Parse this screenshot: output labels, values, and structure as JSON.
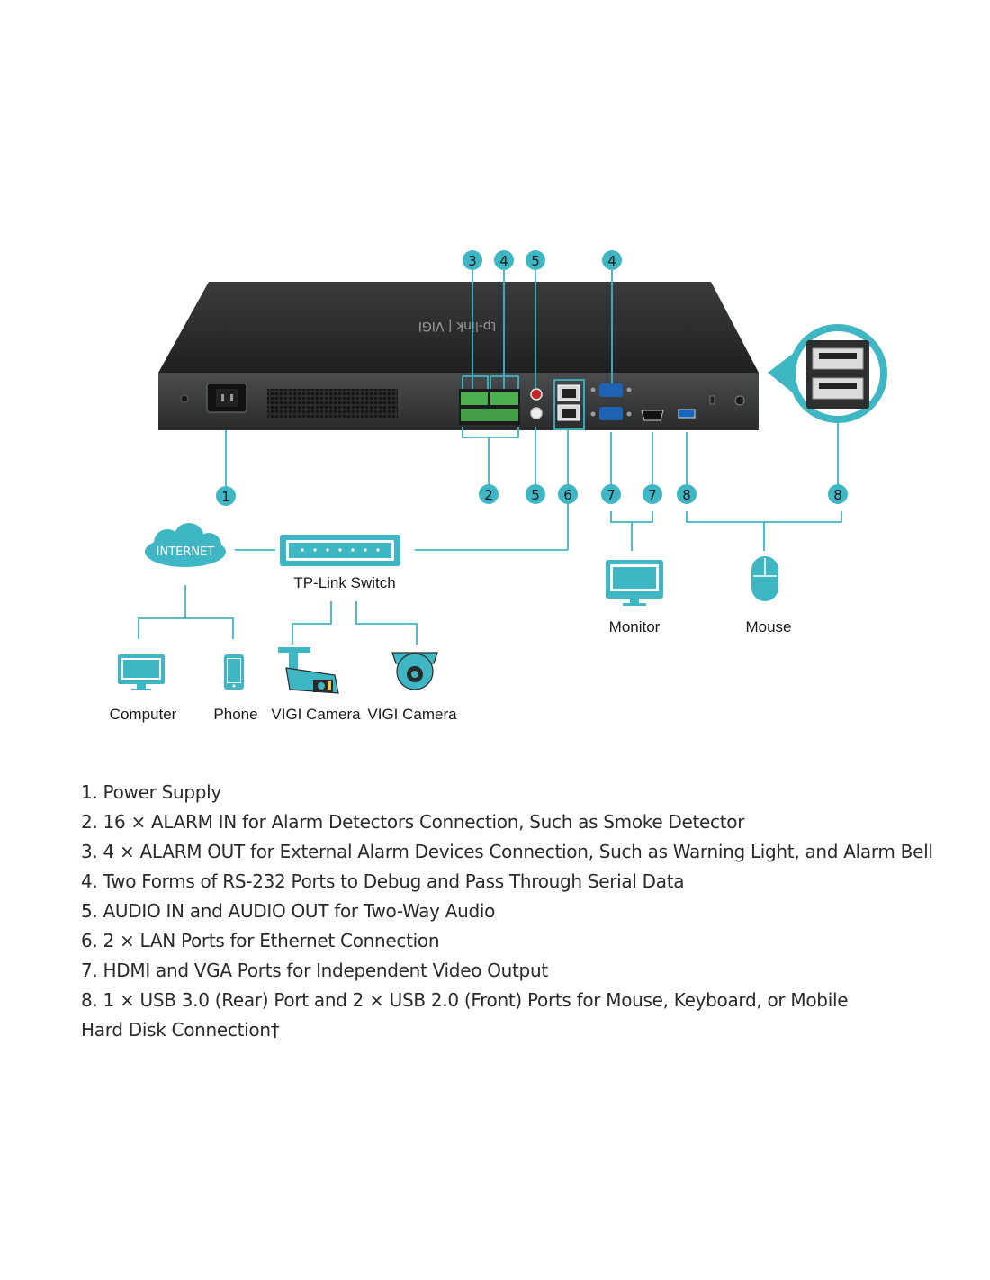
{
  "device": {
    "logo_text": "tp-link | VIGI"
  },
  "callouts": {
    "top": [
      "3",
      "4",
      "5",
      "4"
    ],
    "bottom": [
      "1",
      "2",
      "5",
      "6",
      "7",
      "7",
      "8",
      "8"
    ]
  },
  "network": {
    "internet_label": "INTERNET",
    "switch_label": "TP-Link Switch",
    "monitor_label": "Monitor",
    "mouse_label": "Mouse",
    "computer_label": "Computer",
    "phone_label": "Phone",
    "camera1_label": "VIGI Camera",
    "camera2_label": "VIGI Camera"
  },
  "legend": [
    "1. Power Supply",
    "2. 16 × ALARM IN for Alarm Detectors  Connection, Such as Smoke Detector",
    "3. 4 × ALARM OUT for External Alarm Devices Connection, Such as Warning Light, and Alarm Bell",
    "4. Two Forms of  RS-232 Ports to Debug and Pass Through Serial Data",
    "5. AUDIO IN and AUDIO OUT for Two-Way Audio",
    "6. 2 × LAN Ports for Ethernet Connection",
    "7. HDMI and VGA Ports for Independent Video Output",
    "8. 1 × USB 3.0 (Rear) Port and 2 × USB 2.0 (Front) Ports for Mouse, Keyboard, or Mobile Hard Disk Connection†"
  ],
  "colors": {
    "accent": "#3fb6c4",
    "device_dark": "#2b2d2f",
    "text": "#2a2a2a"
  }
}
